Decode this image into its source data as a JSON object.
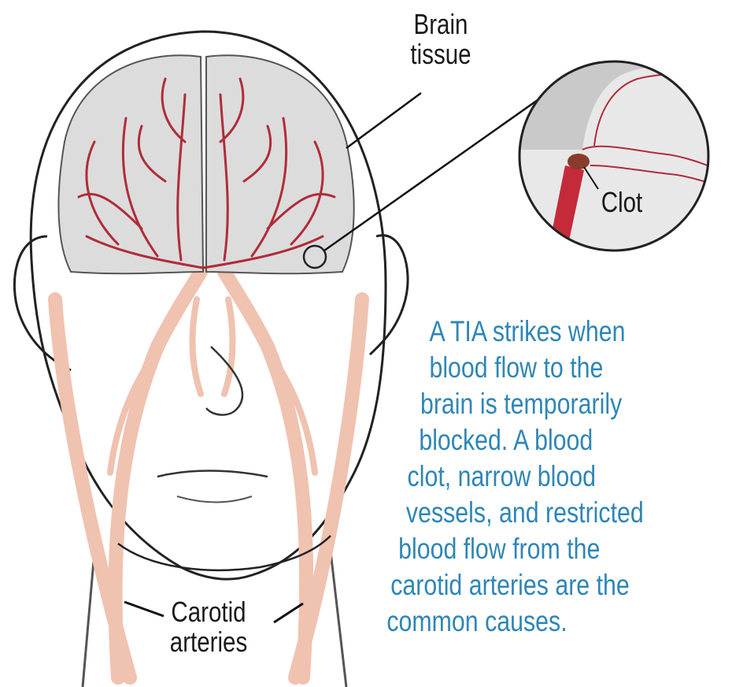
{
  "labels": {
    "brain_tissue": [
      "Brain",
      "tissue"
    ],
    "clot": "Clot",
    "carotid_arteries": [
      "Carotid",
      "arteries"
    ]
  },
  "caption": [
    "A TIA strikes when",
    "blood flow to the",
    "brain is temporarily",
    "blocked. A blood",
    "clot, narrow blood",
    "vessels, and restricted",
    "blood flow from the",
    "carotid arteries are the",
    "common causes."
  ],
  "colors": {
    "caption": "#2f86b6",
    "artery": "#f0c2b0",
    "brain_vessel": "#b02c38",
    "brain_fill": "#dcdcdc",
    "clot_artery": "#c42a3a",
    "outline": "#222222"
  }
}
